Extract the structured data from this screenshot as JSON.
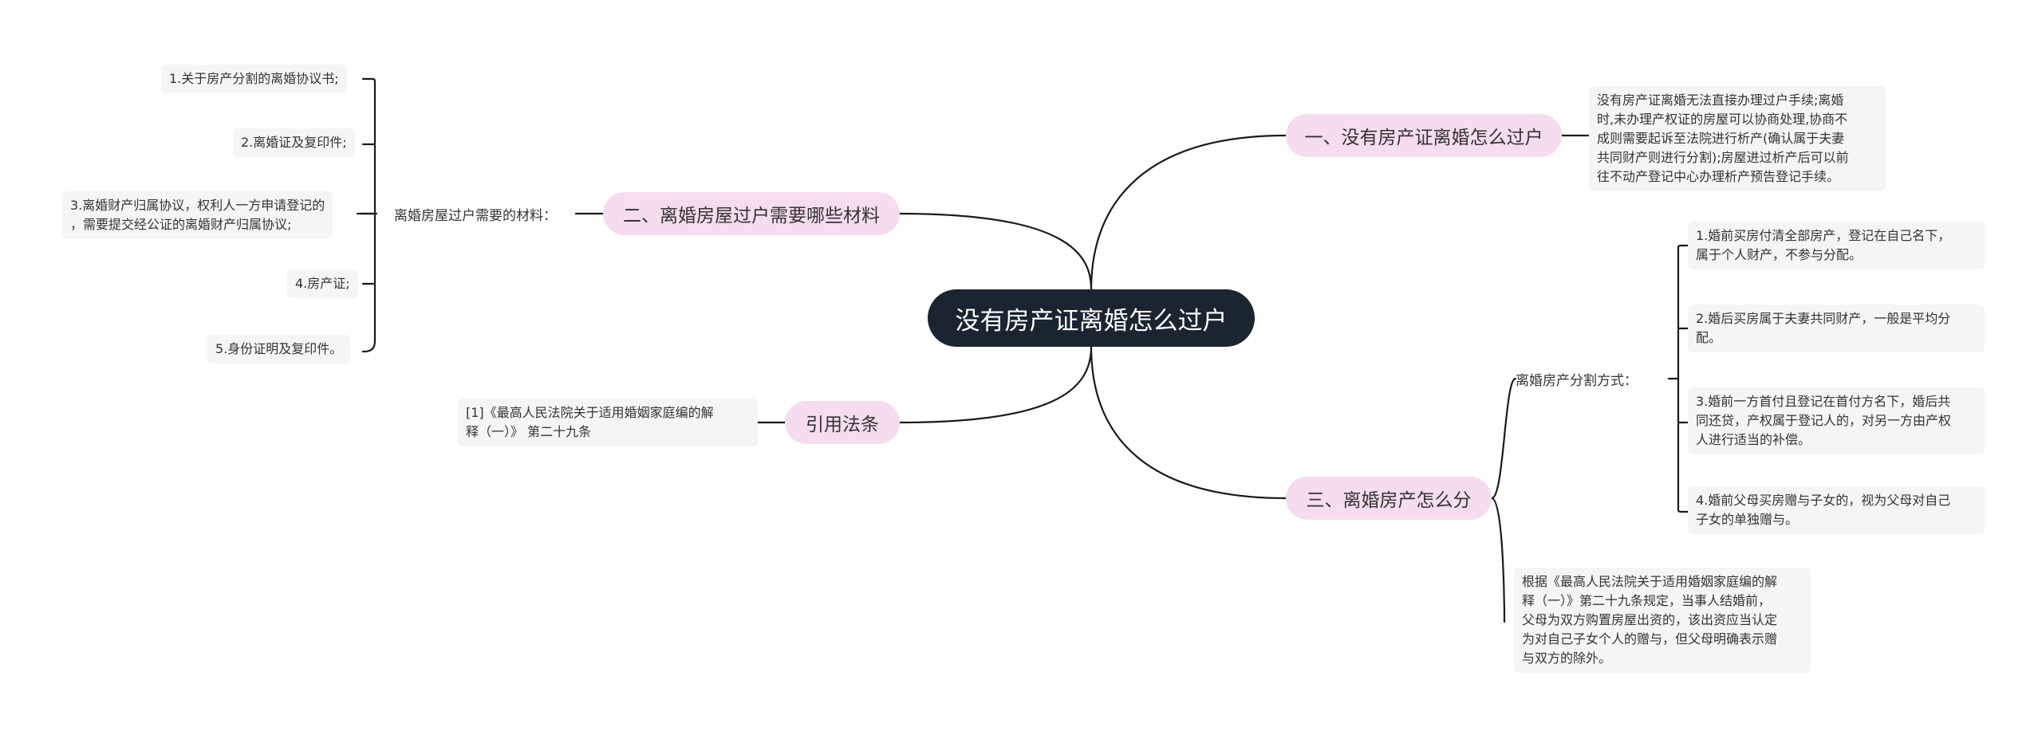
{
  "root": {
    "title": "没有房产证离婚怎么过户"
  },
  "branch1": {
    "title": "一、没有房产证离婚怎么过户",
    "lines": [
      "没有房产证离婚无法直接办理过户手续;离婚",
      "时,未办理产权证的房屋可以协商处理,协商不",
      "成则需要起诉至法院进行析产(确认属于夫妻",
      "共同财产则进行分割);房屋进过析产后可以前",
      "往不动产登记中心办理析产预告登记手续。"
    ]
  },
  "branch2": {
    "title": "二、离婚房屋过户需要哪些材料",
    "sub_label": "离婚房屋过户需要的材料：",
    "items": [
      {
        "lines": [
          "1.关于房产分割的离婚协议书;"
        ]
      },
      {
        "lines": [
          "2.离婚证及复印件;"
        ]
      },
      {
        "lines": [
          "3.离婚财产归属协议，权利人一方申请登记的",
          "，需要提交经公证的离婚财产归属协议;"
        ]
      },
      {
        "lines": [
          "4.房产证;"
        ]
      },
      {
        "lines": [
          "5.身份证明及复印件。"
        ]
      }
    ]
  },
  "branch3": {
    "title": "三、离婚房产怎么分",
    "sub_label": "离婚房产分割方式：",
    "items": [
      {
        "lines": [
          "1.婚前买房付清全部房产，登记在自己名下，",
          "属于个人财产，不参与分配。"
        ]
      },
      {
        "lines": [
          "2.婚后买房属于夫妻共同财产，一般是平均分",
          "配。"
        ]
      },
      {
        "lines": [
          "3.婚前一方首付且登记在首付方名下，婚后共",
          "同还贷，产权属于登记人的，对另一方由产权",
          "人进行适当的补偿。"
        ]
      },
      {
        "lines": [
          "4.婚前父母买房赠与子女的，视为父母对自己",
          "子女的单独赠与。"
        ]
      }
    ],
    "note": {
      "lines": [
        "根据《最高人民法院关于适用婚姻家庭编的解",
        "释（一）》第二十九条规定，当事人结婚前，",
        "父母为双方购置房屋出资的，该出资应当认定",
        "为对自己子女个人的赠与，但父母明确表示赠",
        "与双方的除外。"
      ]
    }
  },
  "branch4": {
    "title": "引用法条",
    "lines": [
      "[1]《最高人民法院关于适用婚姻家庭编的解",
      "释（一）》 第二十九条"
    ]
  }
}
